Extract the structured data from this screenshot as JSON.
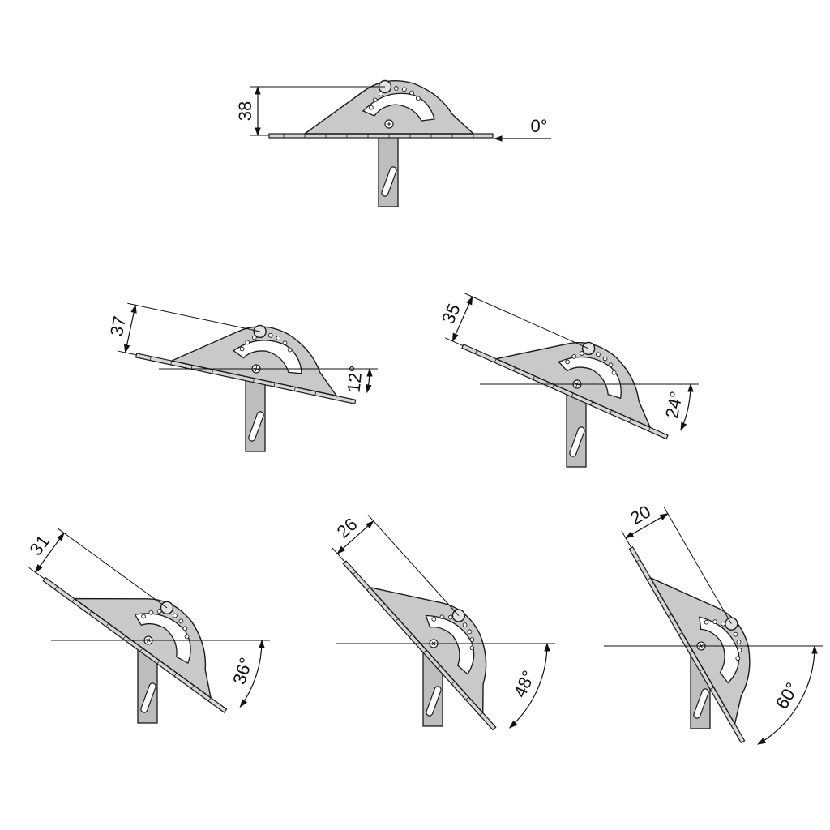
{
  "title": "Bracket angle positions",
  "colors": {
    "plate": "#c9c9c9",
    "post": "#bdbdbd",
    "stroke": "#1a1a1a"
  },
  "figures": [
    {
      "angle": 0,
      "angle_label": "0°",
      "height_label": "38"
    },
    {
      "angle": 12,
      "angle_label": "12°",
      "height_label": "37"
    },
    {
      "angle": 24,
      "angle_label": "24°",
      "height_label": "35"
    },
    {
      "angle": 36,
      "angle_label": "36°",
      "height_label": "31"
    },
    {
      "angle": 48,
      "angle_label": "48°",
      "height_label": "26"
    },
    {
      "angle": 60,
      "angle_label": "60°",
      "height_label": "20"
    }
  ]
}
